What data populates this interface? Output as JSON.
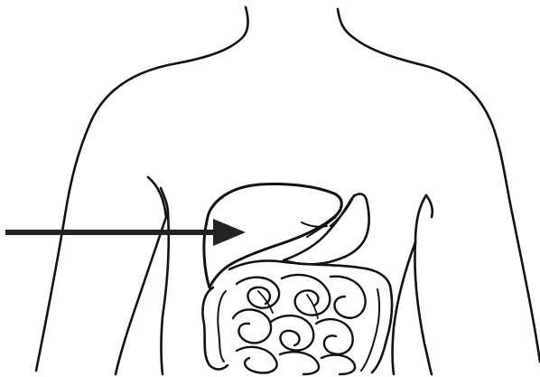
{
  "diagram": {
    "subject": "human-torso-anatomy-line-drawing",
    "highlighted_organ": "liver",
    "pointer": "arrow-from-left",
    "labels": []
  },
  "colors": {
    "background": "#ffffff",
    "ink": "#111111",
    "arrow": "#222222"
  }
}
